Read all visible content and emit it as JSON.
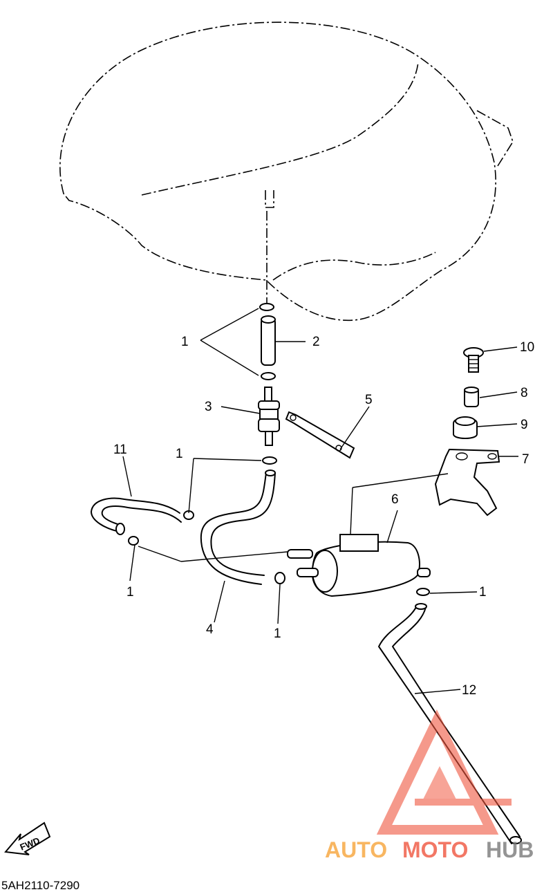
{
  "diagram_code": "5AH2110-7290",
  "fwd_label": "FWD",
  "callouts": {
    "c1a": "1",
    "c1b": "1",
    "c1c": "1",
    "c1d": "1",
    "c1e": "1",
    "c2": "2",
    "c3": "3",
    "c4": "4",
    "c5": "5",
    "c6": "6",
    "c7": "7",
    "c8": "8",
    "c9": "9",
    "c10": "10",
    "c11": "11",
    "c12": "12"
  },
  "watermark": {
    "part1": "AUTO",
    "part2": "MOTO",
    "part3": "HUB",
    "colors": {
      "red": "#f0563f",
      "orange": "#f7a43a",
      "gray": "#7a7a7a"
    }
  }
}
